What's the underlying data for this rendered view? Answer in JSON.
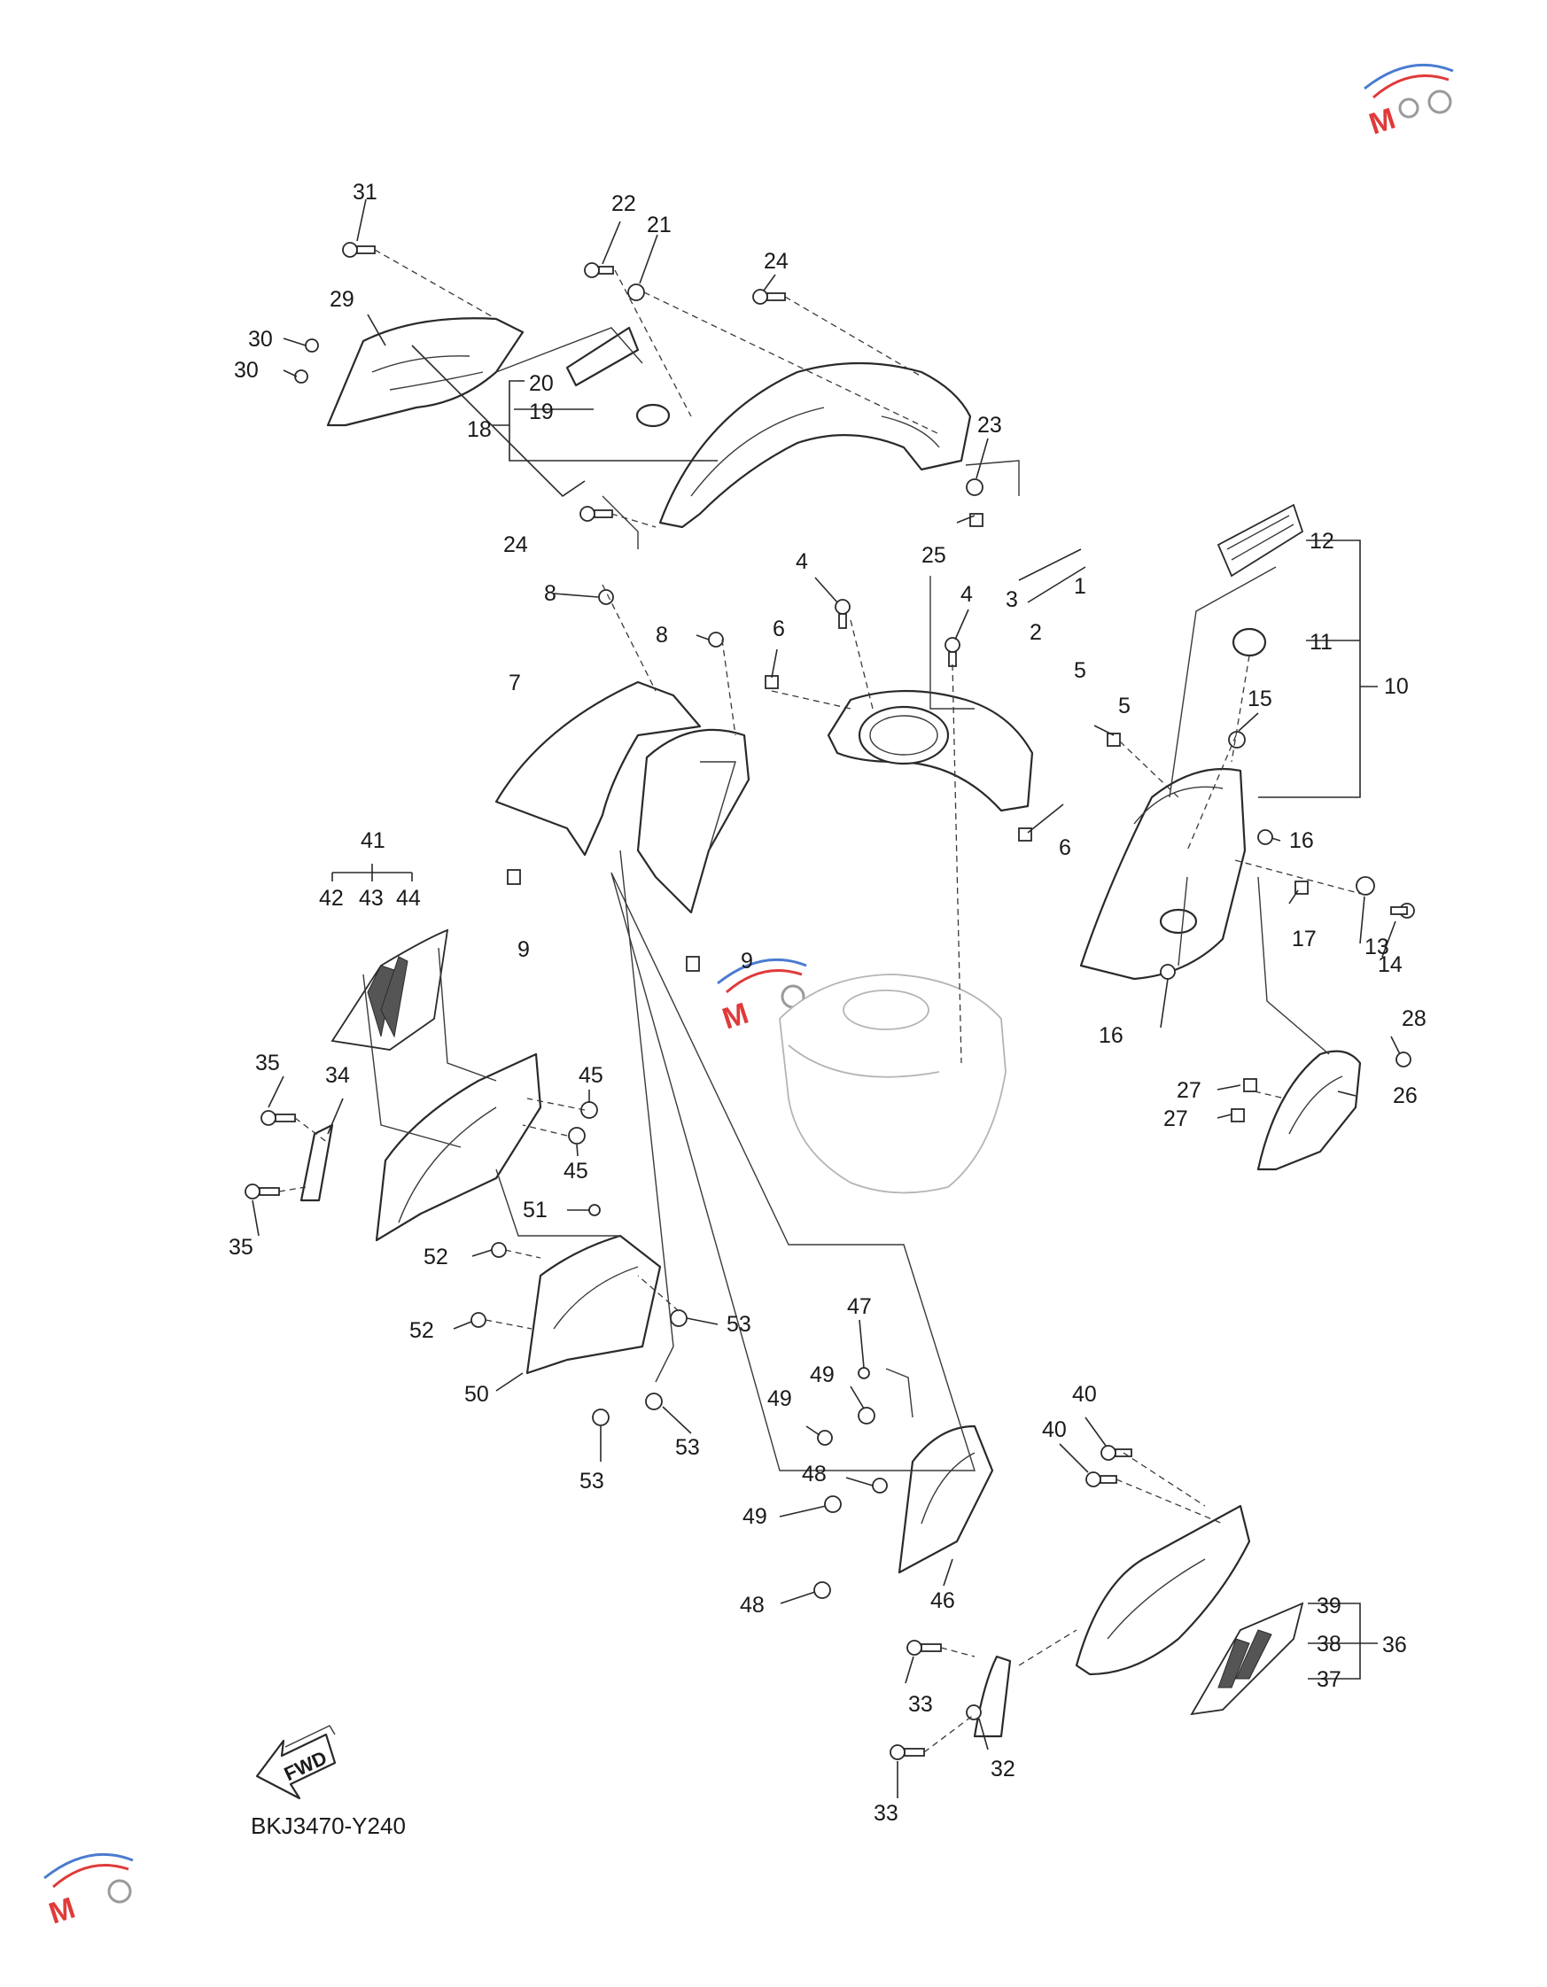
{
  "diagram_code": "BKJ3470-Y240",
  "forward_arrow_label": "FWD",
  "callouts": [
    "1",
    "2",
    "3",
    "4",
    "5",
    "6",
    "7",
    "8",
    "9",
    "10",
    "11",
    "12",
    "13",
    "14",
    "15",
    "16",
    "17",
    "18",
    "19",
    "20",
    "21",
    "22",
    "23",
    "24",
    "25",
    "26",
    "27",
    "28",
    "29",
    "30",
    "31",
    "32",
    "33",
    "34",
    "35",
    "36",
    "37",
    "38",
    "39",
    "40",
    "41",
    "42",
    "43",
    "44",
    "45",
    "46",
    "47",
    "48",
    "49",
    "50",
    "51",
    "52",
    "53"
  ],
  "colors": {
    "line": "#2a2a2a",
    "watermark_red": "#e03a3a",
    "watermark_blue": "#4a7bd0",
    "watermark_gray": "#9a9a9a"
  },
  "icons": [
    "fwd-arrow-icon",
    "watermark-logo-icon"
  ]
}
